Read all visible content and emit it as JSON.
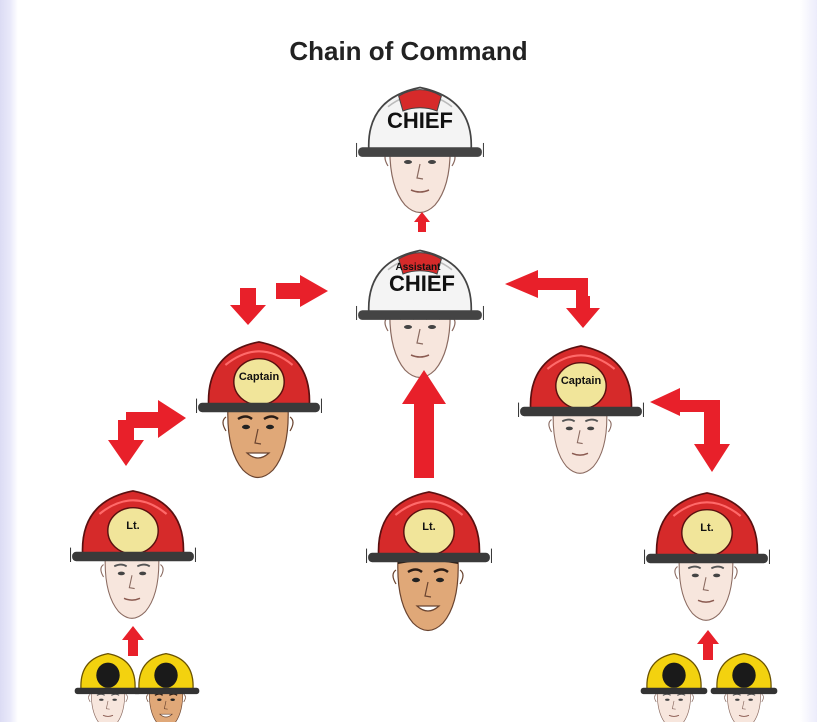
{
  "title": "Chain of Command",
  "ranks": {
    "chief": "CHIEF",
    "assistant_small": "Assistant",
    "assistant_big": "CHIEF",
    "captain": "Captain",
    "lieutenant": "Lt."
  },
  "colors": {
    "arrow": "#e8202a",
    "helmet_red": "#d62a2a",
    "helmet_white": "#f4f4f4",
    "helmet_yellow": "#f3d20f",
    "shield_cream": "#f1e59a",
    "background": "#ffffff"
  },
  "icons": [
    "helmet-icon",
    "face-icon",
    "arrow-icon"
  ]
}
